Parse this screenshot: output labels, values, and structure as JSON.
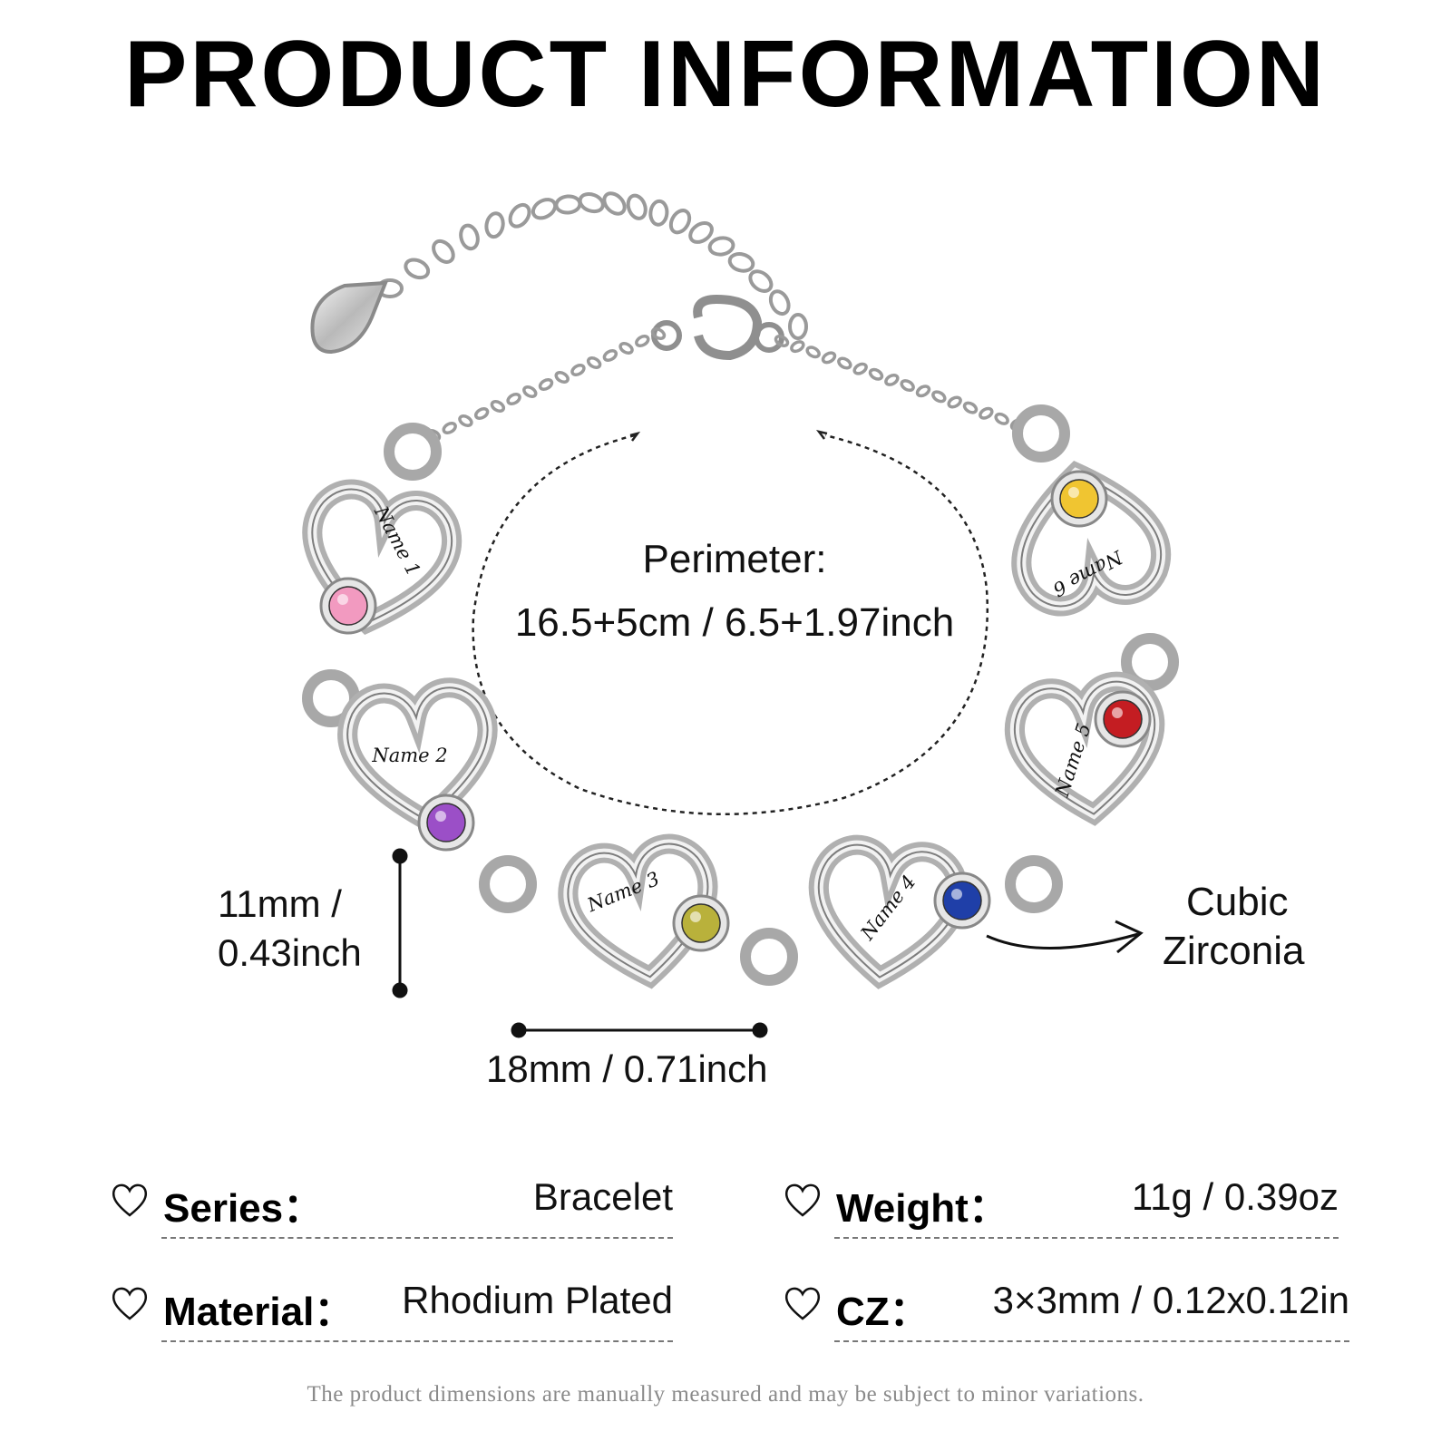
{
  "title": "PRODUCT INFORMATION",
  "perimeter": {
    "label": "Perimeter:",
    "value": "16.5+5cm / 6.5+1.97inch"
  },
  "dimensions": {
    "height_line1": "11mm /",
    "height_line2": "0.43inch",
    "width": "18mm / 0.71inch"
  },
  "callout": {
    "line1": "Cubic",
    "line2": "Zirconia"
  },
  "engravings": [
    "Name 1",
    "Name 2",
    "Name 3",
    "Name 4",
    "Name 5",
    "Name 6"
  ],
  "stone_colors": [
    "#f29ac0",
    "#9b4fc7",
    "#b9b13b",
    "#1f3fa8",
    "#c41d22",
    "#f0c531"
  ],
  "specs": {
    "series": {
      "label": "Series：",
      "value": "Bracelet"
    },
    "material": {
      "label": "Material：",
      "value": "Rhodium Plated"
    },
    "weight": {
      "label": "Weight：",
      "value": "11g / 0.39oz"
    },
    "cz": {
      "label": "CZ：",
      "value": "3×3mm / 0.12x0.12in"
    }
  },
  "disclaimer": "The product dimensions are manually measured and may be subject to minor variations.",
  "icons": [
    "heart-outline-icon",
    "dimension-arrow-icon",
    "curved-arrow-icon"
  ]
}
